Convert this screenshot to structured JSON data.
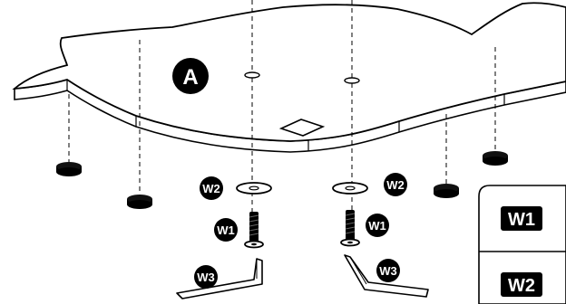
{
  "diagram": {
    "part_label": "A",
    "callouts": {
      "w2_left": "W2",
      "w2_right": "W2",
      "w1_left": "W1",
      "w1_right": "W1",
      "w3_left": "W3",
      "w3_right": "W3"
    },
    "legend": [
      {
        "code": "W1"
      },
      {
        "code": "W2"
      }
    ]
  },
  "colors": {
    "ink": "#000000",
    "shadow": "#cfcfcf",
    "paper": "#ffffff"
  }
}
